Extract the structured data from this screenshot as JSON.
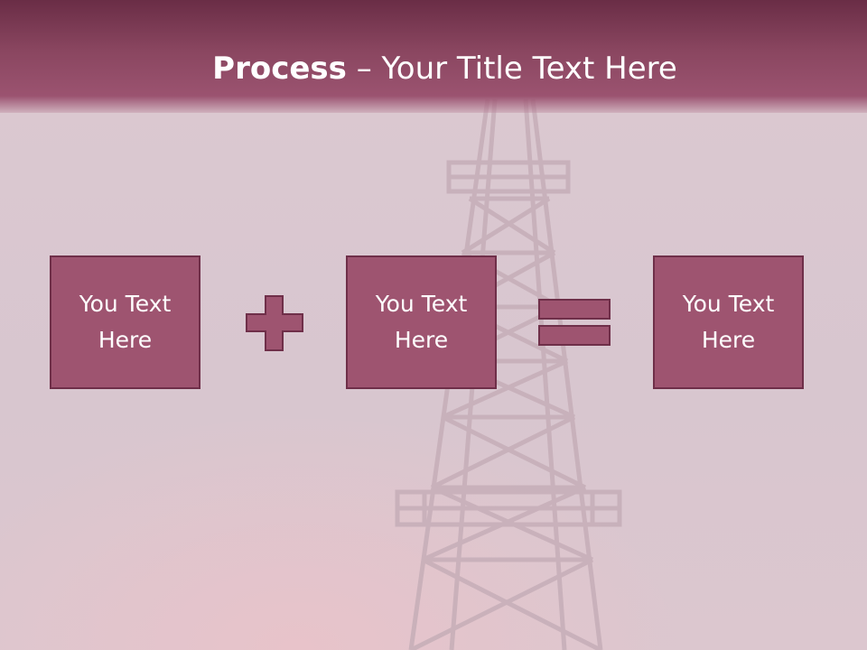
{
  "title": {
    "bold": "Process",
    "separator": " – ",
    "rest": "Your Title Text Here"
  },
  "boxes": [
    {
      "text": "You Text Here"
    },
    {
      "text": "You Text Here"
    },
    {
      "text": "You Text Here"
    }
  ],
  "operators": [
    "plus-icon",
    "equals-icon"
  ],
  "colors": {
    "title_bar": "#8a4660",
    "box_fill": "#9e5470",
    "box_border": "#6f2f49",
    "background": "#dcc9d1"
  }
}
